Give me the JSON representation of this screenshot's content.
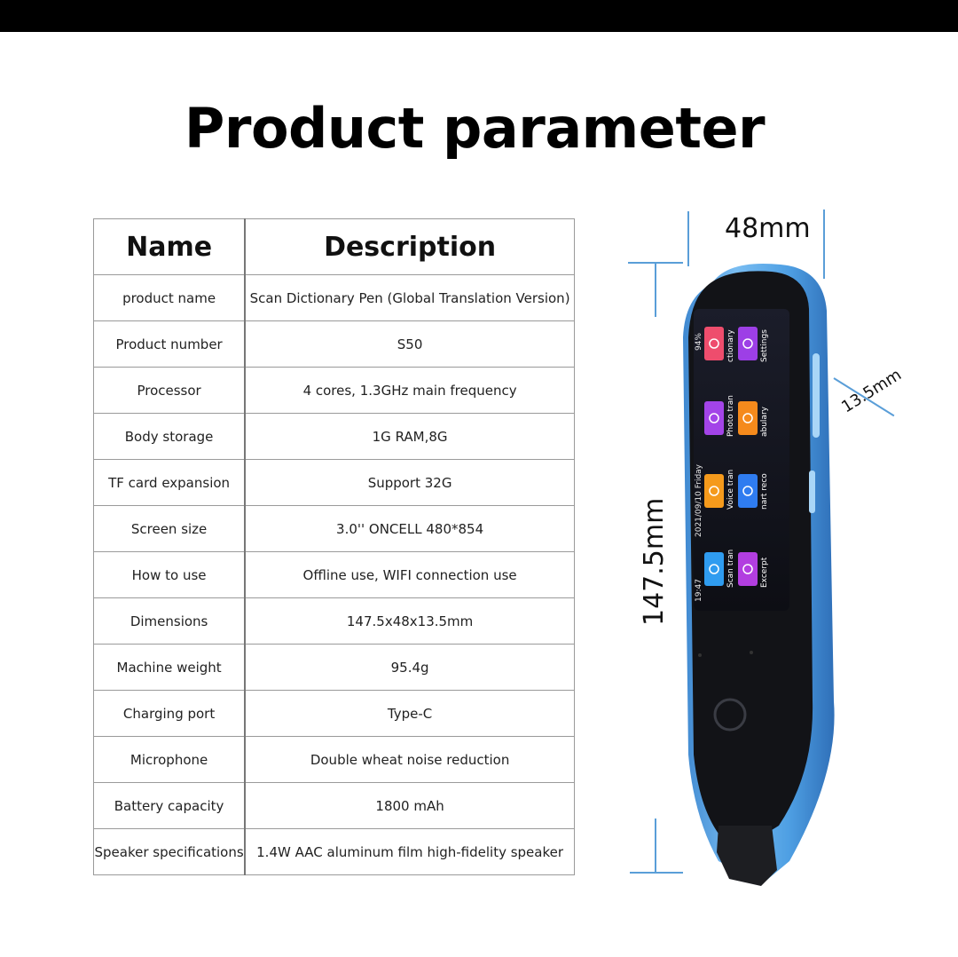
{
  "title": "Product parameter",
  "table": {
    "headers": [
      "Name",
      "Description"
    ],
    "rows": [
      [
        "product name",
        "Scan Dictionary Pen (Global Translation Version)"
      ],
      [
        "Product number",
        "S50"
      ],
      [
        "Processor",
        "4 cores, 1.3GHz main frequency"
      ],
      [
        "Body storage",
        "1G RAM,8G"
      ],
      [
        "TF card expansion",
        "Support 32G"
      ],
      [
        "Screen size",
        "3.0''     ONCELL 480*854"
      ],
      [
        "How to use",
        "Offline use, WIFI connection use"
      ],
      [
        "Dimensions",
        "147.5x48x13.5mm"
      ],
      [
        "Machine weight",
        "95.4g"
      ],
      [
        "Charging port",
        "Type-C"
      ],
      [
        "Microphone",
        "Double wheat noise reduction"
      ],
      [
        "Battery capacity",
        "1800 mAh"
      ],
      [
        "Speaker specifications",
        "1.4W AAC aluminum film high-fidelity speaker"
      ]
    ]
  },
  "device": {
    "width_label": "48mm",
    "height_label": "147.5mm",
    "depth_label": "13.5mm",
    "screen": {
      "time": "19:47",
      "date": "2021/09/10 Friday",
      "battery": "94%",
      "apps": [
        {
          "label": "Scan tran",
          "color": "#2f9cf0",
          "icon": "scan-icon"
        },
        {
          "label": "Excerpt",
          "color": "#b23ee0",
          "icon": "excerpt-icon"
        },
        {
          "label": "Voice tran",
          "color": "#f59a1c",
          "icon": "microphone-icon"
        },
        {
          "label": "nart reco",
          "color": "#2f7cf0",
          "icon": "recorder-icon"
        },
        {
          "label": "Photo tran",
          "color": "#a344e8",
          "icon": "camera-icon"
        },
        {
          "label": "abulary",
          "color": "#f58a1c",
          "icon": "book-icon"
        },
        {
          "label": "ctionary",
          "color": "#ee4d6d",
          "icon": "search-icon"
        },
        {
          "label": "Settings",
          "color": "#9d3fe6",
          "icon": "gear-icon"
        }
      ]
    },
    "body_color": "#5aa8e6",
    "guide_color": "#5a9ed8"
  }
}
